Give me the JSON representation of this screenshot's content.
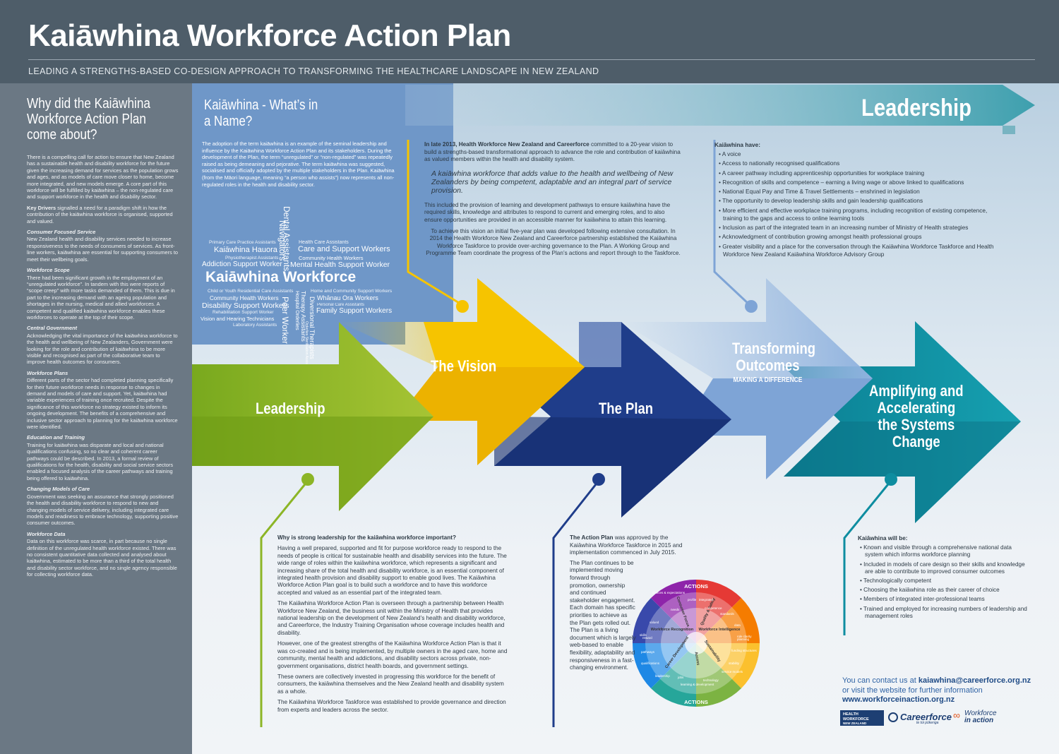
{
  "header": {
    "title": "Kaiāwhina Workforce Action Plan",
    "subtitle": "LEADING A STRENGTHS-BASED CO-DESIGN APPROACH TO TRANSFORMING THE HEALTHCARE LANDSCAPE IN NEW ZEALAND"
  },
  "sidebar": {
    "title": "Why did the Kaiāwhina Workforce Action Plan come about?",
    "intro": "There is a compelling call for action to ensure that New Zealand has a sustainable health and disability workforce for the future given the increasing demand for services as the population grows and ages, and as models of care move closer to home, become more integrated, and new models emerge. A core part of this workforce will be fulfilled by kaiāwhina – the non-regulated care and support workforce in the health and disability sector.",
    "key_drivers_label": "Key Drivers",
    "key_drivers_text": " signalled a need for a paradigm shift in how the contribution of the kaiāwhina workforce is organised, supported and valued.",
    "sections": [
      {
        "heading": "Consumer Focused Service",
        "text": "New Zealand health and disability services needed to increase responsiveness to the needs of consumers of services. As front-line workers, kaiāwhina are essential for supporting consumers to meet their wellbeing goals."
      },
      {
        "heading": "Workforce Scope",
        "text": "There had been significant growth in the employment of an “unregulated workforce”. In tandem with this were reports of “scope creep” with more tasks demanded of them. This is due in part to the increasing demand with an ageing population and shortages in the nursing, medical and allied workforces. A competent and qualified kaiāwhina workforce enables these workforces to operate at the top of their scope."
      },
      {
        "heading": "Central Government",
        "text": "Acknowledging the vital importance of the kaiāwhina workforce to the health and wellbeing of New Zealanders, Government were looking for the role and contribution of kaiāwhina to be more visible and recognised as part of the collaborative team to improve health outcomes for consumers."
      },
      {
        "heading": "Workforce Plans",
        "text": "Different parts of the sector had completed planning specifically for their future workforce needs in response to changes in demand and models of care and support. Yet, kaiāwhina had variable experiences of training once recruited. Despite the significance of this workforce no strategy existed to inform its ongoing development. The benefits of a comprehensive and inclusive sector approach to planning for the kaiāwhina workforce were identified."
      },
      {
        "heading": "Education and Training",
        "text": "Training for kaiāwhina was disparate and local and national qualifications confusing, so no clear and coherent career pathways could be described. In 2013, a formal review of qualifications for the health, disability and social service sectors enabled a focused analysis of the career pathways and training being offered to kaiāwhina."
      },
      {
        "heading": "Changing Models of Care",
        "text": "Government was seeking an assurance that strongly positioned the health and disability workforce to respond to new and changing models of service delivery, including integrated care models and readiness to embrace technology, supporting positive consumer outcomes."
      },
      {
        "heading": "Workforce Data",
        "text": "Data on this workforce was scarce, in part because no single definition of the unregulated health workforce existed. There was no consistent quantitative data collected and analysed about kaiāwhina, estimated to be more than a third of the total health and disability sector workforce, and no single agency responsible for collecting workforce data."
      }
    ]
  },
  "name_panel": {
    "title": "Kaiāwhina - What’s in a Name?",
    "body": "The adoption of the term kaiāwhina is an example of the seminal leadership and influence by the Kaiāwhina Workforce Action Plan and its stakeholders. During the development of the Plan, the term “unregulated” or “non-regulated” was repeatedly raised as being demeaning and pejorative. The term kaiāwhina was suggested, socialised and officially adopted by the multiple stakeholders in the Plan. Kaiāwhina (from the Māori language, meaning “a person who assists”) now represents all non-regulated roles in the health and disability sector.",
    "cloud": {
      "primary_care": "Primary Care Practice Assistants",
      "hauora": "Kaiāwhina Hauora",
      "physio": "Physiotherapist Assistants",
      "addiction": "Addiction Support Worker",
      "health_care": "Health Care Assistants",
      "care_support": "Care and Support Workers",
      "community_hw": "Community Health Workers",
      "mental_health": "Mental Health Support Worker",
      "main": "Kaiāwhina Workforce",
      "child": "Child or Youth Residential Care Assistants",
      "community_health": "Community Health Workers",
      "disability": "Disability Support Workers",
      "rehab": "Rehabilitation Support Worker",
      "vision": "Vision and Hearing Technicians",
      "lab": "Laboratory Assistants",
      "home_community": "Home and Community Support Workers",
      "whanau": "Whānau Ora Workers",
      "personal_care": "Personal Care Assistants",
      "family": "Family Support Workers",
      "navigators": "Navigators",
      "dental": "Dental Assistants",
      "therapy": "Therapy Assistants",
      "hospital": "Hospital Orderlies",
      "peer": "Peer Worker",
      "diversional": "Diversional Therapists",
      "orderlies2": "Orderlies Sterilisation Assistants"
    }
  },
  "leadership_banner": "Leadership",
  "vision_block": {
    "p1_bold": "In late 2013, Health Workforce New Zealand and Careerforce",
    "p1_rest": " committed to a 20-year vision to build a strengths-based transformational approach to advance the role and contribution of kaiāwhina as valued members within the health and disability system.",
    "quote": "A kaiāwhina workforce that adds value to the health and wellbeing of New Zealanders by being competent, adaptable and an integral part of service provision.",
    "p2": "This included the provision of learning and development pathways to ensure kaiāwhina have the required skills, knowledge and attributes to respond to current and emerging roles, and to also ensure opportunities are provided in an accessible manner for kaiāwhina to attain this learning.",
    "p3": "To achieve this vision an initial five-year plan was developed following extensive consultation. In 2014 the Health Workforce New Zealand and Careerforce partnership established the Kaiāwhina Workforce Taskforce to provide over-arching governance to the Plan. A Working Group and Programme Team coordinate the progress of the Plan’s actions and report through to the Taskforce."
  },
  "kaiawhina_have": {
    "heading": "Kaiāwhina have:",
    "items": [
      "A voice",
      "Access to nationally recognised qualifications",
      "A career pathway including apprenticeship opportunities for workplace training",
      "Recognition of skills and competence – earning a living wage or above linked to qualifications",
      "National Equal Pay and Time & Travel Settlements – enshrined in legislation",
      "The opportunity to develop leadership skills and gain leadership qualifications",
      "More efficient and effective workplace training programs, including recognition of existing competence, training to the gaps and access to online learning tools",
      "Inclusion as part of the integrated team in an increasing number of Ministry of Health strategies",
      "Acknowledgment of contribution growing amongst health professional groups",
      "Greater visibility and a place for the conversation through the Kaiāwhina Workforce Taskforce and Health Workforce New Zealand Kaiāwhina Workforce Advisory Group"
    ]
  },
  "arrows": {
    "leadership": "Leadership",
    "vision": "The Vision",
    "plan": "The Plan",
    "transforming_1": "Transforming",
    "transforming_2": "Outcomes",
    "transforming_sub": "MAKING A DIFFERENCE",
    "amplifying_1": "Amplifying and",
    "amplifying_2": "Accelerating",
    "amplifying_3": "the Systems Change",
    "colors": {
      "leadership": "#8cb526",
      "vision": "#f6c400",
      "plan": "#1f3d8a",
      "transforming": "#8fb2de",
      "amplifying": "#0e8da0"
    }
  },
  "why_block": {
    "heading": "Why is strong leadership for the kaiāwhina workforce important?",
    "paragraphs": [
      "Having a well prepared, supported and fit for purpose workforce ready to respond to the needs of people is critical for sustainable health and disability services into the future. The wide range of roles within the kaiāwhina workforce, which represents a significant and increasing share of the total health and disability workforce, is an essential component of integrated health provision and disability support to enable good lives. The Kaiāwhina Workforce Action Plan goal is to build such a workforce and to have this workforce accepted and valued as an essential part of the integrated team.",
      "The Kaiāwhina Workforce Action Plan is overseen through a partnership between Health Workforce New Zealand, the business unit within the Ministry of Health that provides national leadership on the development of New Zealand’s health and disability workforce, and Careerforce, the Industry Training Organisation whose coverage includes health and disability.",
      "However, one of the greatest strengths of the Kaiāwhina Workforce Action Plan is that it was co-created and is being implemented, by multiple owners in the aged care, home and community, mental health and addictions, and disability sectors across private, non-government organisations, district health boards, and government settings.",
      "These owners are collectively invested in progressing this workforce for the benefit of consumers, the kaiāwhina themselves and the New Zealand health and disability system as a whole.",
      "The Kaiāwhina Workforce Taskforce was established to provide governance and direction from experts and leaders across the sector."
    ]
  },
  "action_plan": {
    "p1_bold": "The Action Plan",
    "p1_rest": " was approved by the Kaiāwhina Workforce Taskforce in 2015 and implementation commenced in July 2015.",
    "p2": "The Plan continues to be implemented moving forward through promotion, ownership and continued stakeholder engagement. Each domain has specific priorities to achieve as the Plan gets rolled out. The Plan is a living document which is largely web-based to enable flexibility, adaptability and responsiveness in a fast-changing environment."
  },
  "wheel": {
    "top": "ACTIONS",
    "bottom": "ACTIONS",
    "domains": [
      "Consumer Focus",
      "Quality & Safety",
      "Workforce Intelligence",
      "Sustainability",
      "Access",
      "Career Development",
      "Workforce Recognition"
    ],
    "outer": [
      "profile",
      "needs",
      "integrated",
      "competence",
      "standards",
      "data",
      "role clarity",
      "planning",
      "funding structures",
      "stability",
      "service models",
      "technology",
      "learning & development",
      "jobs",
      "leadership",
      "pathways",
      "qualifications",
      "skills",
      "reward",
      "valued",
      "choices & expectations"
    ]
  },
  "will_be": {
    "heading": "Kaiāwhina will be:",
    "items": [
      "Known and visible through a comprehensive national data system which informs workforce planning",
      "Included in models of care design so their skills and knowledge are able to contribute to improved consumer outcomes",
      "Technologically competent",
      "Choosing the kaiāwhina role as their career of choice",
      "Members of integrated inter-professional teams",
      "Trained and employed for increasing numbers of leadership and management roles"
    ]
  },
  "contact": {
    "line1_pre": "You can contact us at ",
    "email": "kaiawhina@careerforce.org.nz",
    "line2": "or visit the website for further information",
    "website": "www.workforceinaction.org.nz"
  },
  "logos": {
    "hw_line1": "HEALTH",
    "hw_line2": "WORKFORCE",
    "hw_line3": "NEW ZEALAND",
    "careerforce": "Careerforce",
    "careerforce_sub": "te toi pūkenga",
    "wia_line1": "Workforce",
    "wia_line2": "in action"
  }
}
